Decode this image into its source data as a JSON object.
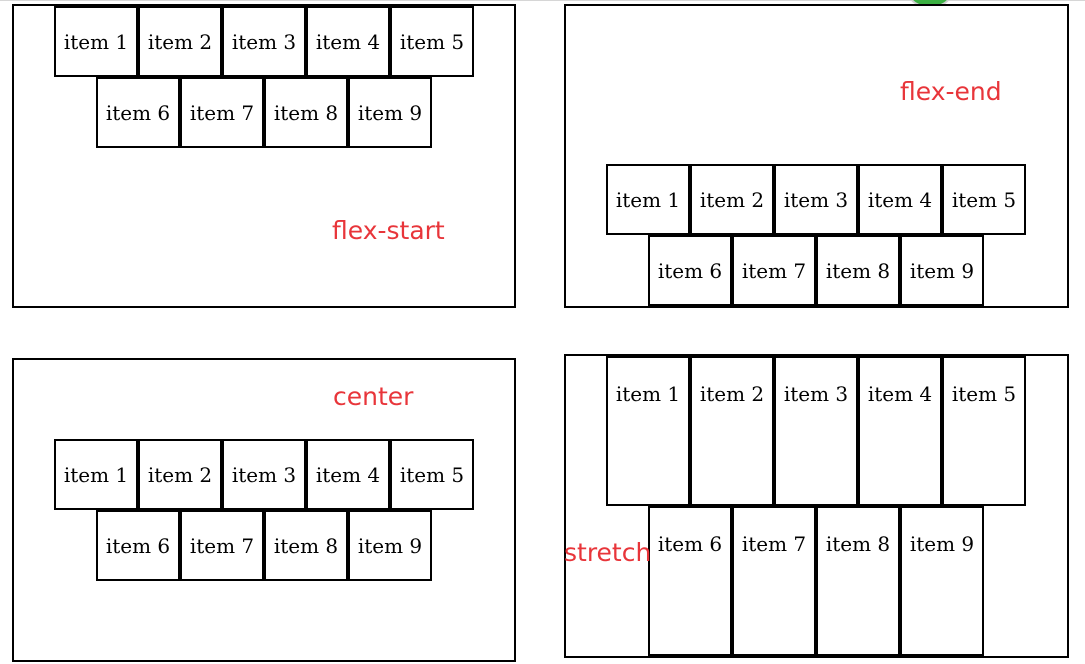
{
  "demos": {
    "flex_start": {
      "label": "flex-start",
      "row1": [
        "item 1",
        "item 2",
        "item 3",
        "item 4",
        "item 5"
      ],
      "row2": [
        "item 6",
        "item 7",
        "item 8",
        "item 9"
      ]
    },
    "flex_end": {
      "label": "flex-end",
      "row1": [
        "item 1",
        "item 2",
        "item 3",
        "item 4",
        "item 5"
      ],
      "row2": [
        "item 6",
        "item 7",
        "item 8",
        "item 9"
      ]
    },
    "center": {
      "label": "center",
      "row1": [
        "item 1",
        "item 2",
        "item 3",
        "item 4",
        "item 5"
      ],
      "row2": [
        "item 6",
        "item 7",
        "item 8",
        "item 9"
      ]
    },
    "stretch": {
      "label": "stretch",
      "row1": [
        "item 1",
        "item 2",
        "item 3",
        "item 4",
        "item 5"
      ],
      "row2": [
        "item 6",
        "item 7",
        "item 8",
        "item 9"
      ]
    }
  },
  "colors": {
    "label": "#e8353a",
    "border": "#000000",
    "background": "#ffffff"
  }
}
